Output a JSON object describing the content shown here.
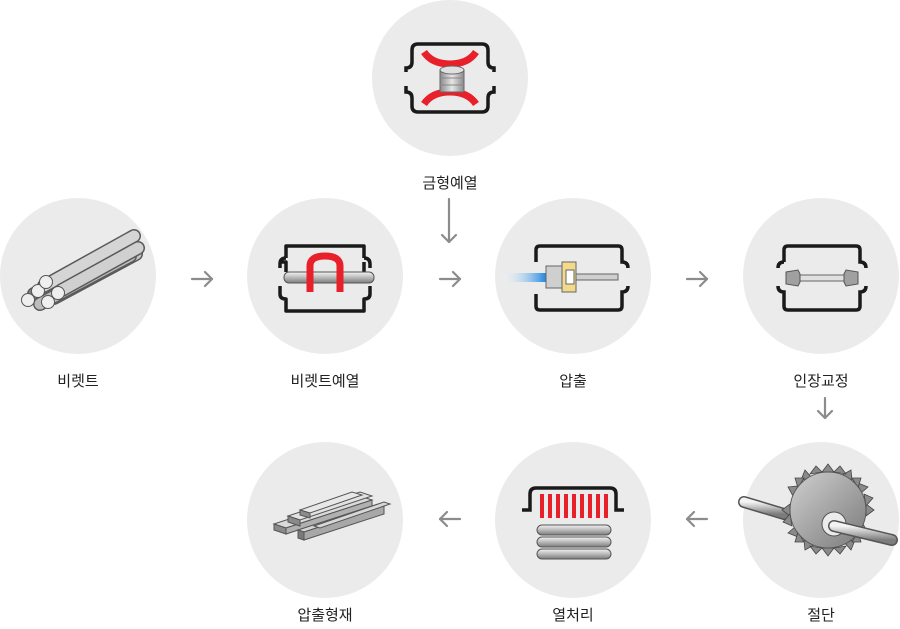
{
  "diagram": {
    "steps": [
      {
        "id": "billet",
        "label": "비렛트",
        "icon": "billet-bundle-icon"
      },
      {
        "id": "billet-preheat",
        "label": "비렛트예열",
        "icon": "billet-heater-icon"
      },
      {
        "id": "die-preheat",
        "label": "금형예열",
        "icon": "die-heater-icon"
      },
      {
        "id": "extrusion",
        "label": "압출",
        "icon": "extrusion-press-icon"
      },
      {
        "id": "stretch-straighten",
        "label": "인장교정",
        "icon": "stretcher-icon"
      },
      {
        "id": "cutting",
        "label": "절단",
        "icon": "saw-blade-icon"
      },
      {
        "id": "heat-treatment",
        "label": "열처리",
        "icon": "heat-oven-icon"
      },
      {
        "id": "extruded-profile",
        "label": "압출형재",
        "icon": "extruded-profiles-icon"
      }
    ],
    "connections": [
      {
        "from": "billet",
        "to": "billet-preheat"
      },
      {
        "from": "billet-preheat",
        "to": "extrusion"
      },
      {
        "from": "die-preheat",
        "to": "extrusion"
      },
      {
        "from": "extrusion",
        "to": "stretch-straighten"
      },
      {
        "from": "stretch-straighten",
        "to": "cutting"
      },
      {
        "from": "cutting",
        "to": "heat-treatment"
      },
      {
        "from": "heat-treatment",
        "to": "extruded-profile"
      }
    ],
    "colors": {
      "circle": "#ebebeb",
      "arrow": "#8c8c8c",
      "heater": "#e8202a",
      "frame": "#1a1a1a",
      "metal": "#b4b4b4",
      "flow": "#2c8ee0"
    }
  }
}
